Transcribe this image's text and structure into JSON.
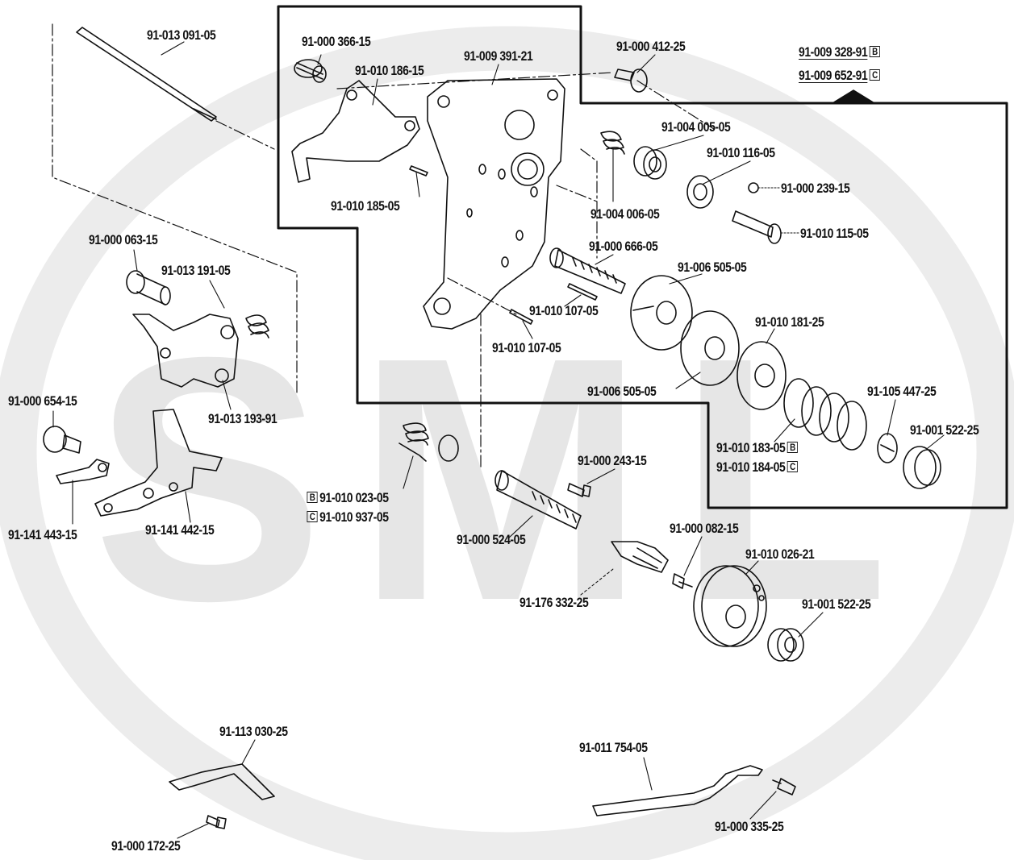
{
  "watermark": {
    "text": "SML",
    "color": "#e6e6e6"
  },
  "variant_codes": {
    "b": "B",
    "c": "C"
  },
  "labels": {
    "p_91_013_091_05": "91-013 091-05",
    "p_91_000_366_15": "91-000 366-15",
    "p_91_010_186_15": "91-010 186-15",
    "p_91_009_391_21": "91-009 391-21",
    "p_91_000_412_25": "91-000 412-25",
    "p_91_009_328_91": "91-009 328-91",
    "p_91_009_652_91": "91-009 652-91",
    "p_91_004_005_05": "91-004 005-05",
    "p_91_010_116_05": "91-010 116-05",
    "p_91_000_239_15": "91-000 239-15",
    "p_91_010_185_05": "91-010 185-05",
    "p_91_004_006_05": "91-004 006-05",
    "p_91_010_115_05": "91-010 115-05",
    "p_91_000_063_15": "91-000 063-15",
    "p_91_013_191_05": "91-013 191-05",
    "p_91_000_666_05": "91-000 666-05",
    "p_91_006_505_05_a": "91-006 505-05",
    "p_91_010_107_05_a": "91-010 107-05",
    "p_91_010_181_25": "91-010 181-25",
    "p_91_010_107_05_b": "91-010 107-05",
    "p_91_013_193_91": "91-013 193-91",
    "p_91_000_654_15": "91-000 654-15",
    "p_91_006_505_05_b": "91-006 505-05",
    "p_91_105_447_25": "91-105 447-25",
    "p_91_001_522_25_a": "91-001 522-25",
    "p_91_010_183_05": "91-010 183-05",
    "p_91_010_184_05": "91-010 184-05",
    "p_91_000_243_15": "91-000 243-15",
    "p_91_010_023_05": "91-010 023-05",
    "p_91_010_937_05": "91-010 937-05",
    "p_91_141_443_15": "91-141 443-15",
    "p_91_141_442_15": "91-141 442-15",
    "p_91_000_524_05": "91-000 524-05",
    "p_91_000_082_15": "91-000 082-15",
    "p_91_010_026_21": "91-010 026-21",
    "p_91_176_332_25": "91-176 332-25",
    "p_91_001_522_25_b": "91-001 522-25",
    "p_91_113_030_25": "91-113 030-25",
    "p_91_011_754_05": "91-011 754-05",
    "p_91_000_172_25": "91-000 172-25",
    "p_91_000_335_25": "91-000 335-25"
  }
}
